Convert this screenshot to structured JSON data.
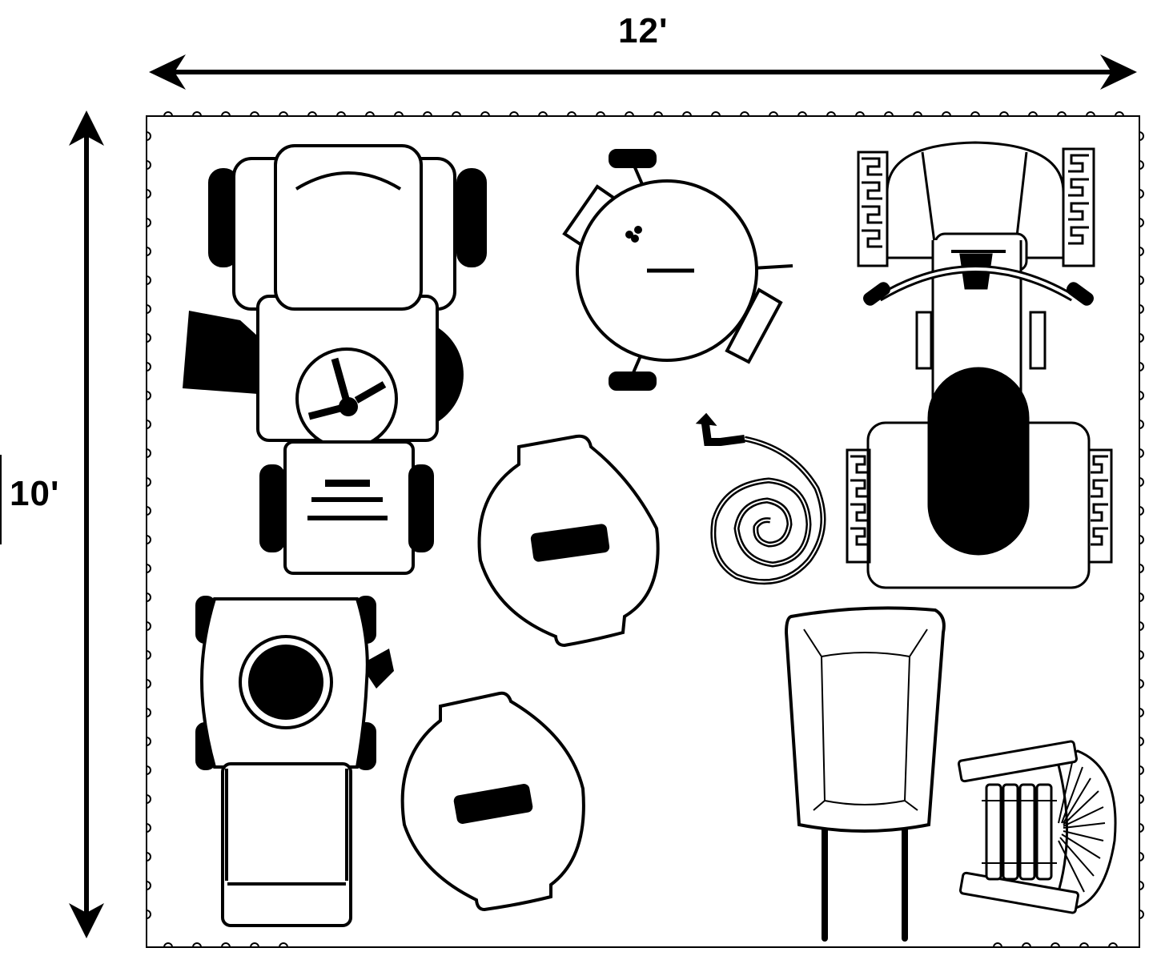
{
  "dimensions": {
    "width_label": "12'",
    "height_label": "10'"
  },
  "colors": {
    "ink": "#000000",
    "paper": "#ffffff"
  },
  "items": [
    "riding-lawn-mower",
    "kettle-grill",
    "garden-tiller",
    "round-planter-lid",
    "coiled-garden-hose",
    "push-lawn-mower",
    "wheelbarrow",
    "folding-chair"
  ]
}
